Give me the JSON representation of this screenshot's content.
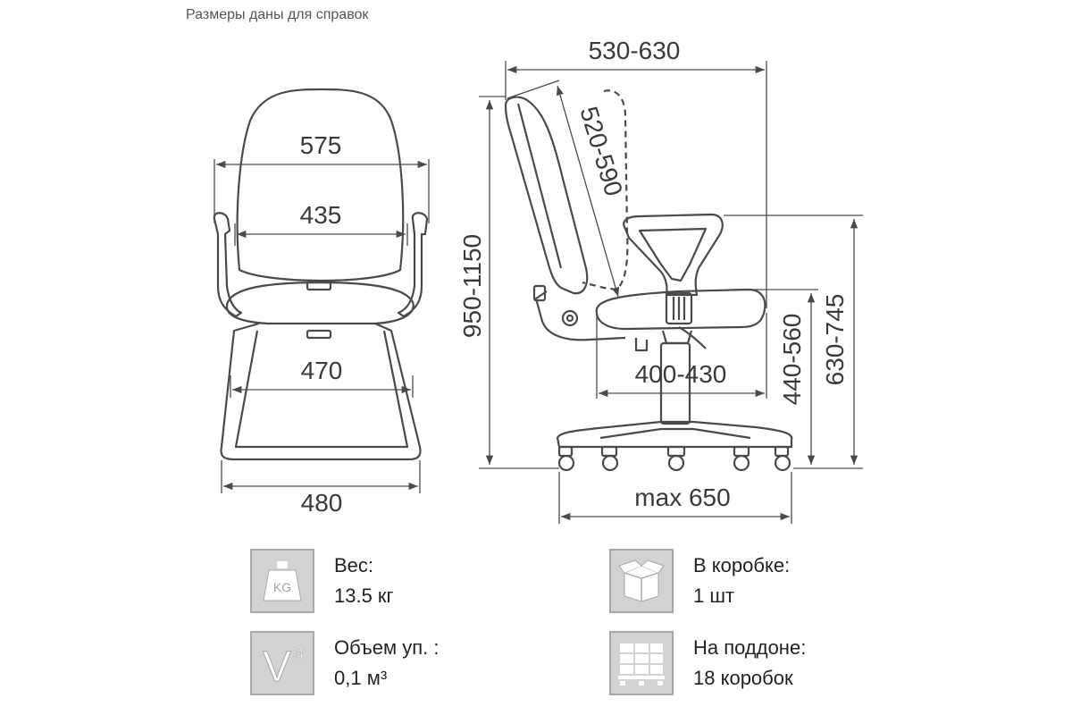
{
  "note": "Размеры даны для справок",
  "dimensions": {
    "front_width_back": "575",
    "front_width_seat": "435",
    "front_width_base_inner": "470",
    "front_width_base": "480",
    "side_depth_total": "530-630",
    "side_backrest_travel": "520-590",
    "side_height_total": "950-1150",
    "side_seat_depth": "400-430",
    "side_seat_height": "440-560",
    "side_armrest_height": "630-745",
    "side_base_diameter": "max 650"
  },
  "specs": {
    "weight": {
      "label": "Вес:",
      "value": "13.5 кг",
      "icon": "weight-kg-icon",
      "icon_text": "KG"
    },
    "box": {
      "label": "В коробке:",
      "value": "1 шт",
      "icon": "box-icon"
    },
    "volume": {
      "label": "Объем уп. :",
      "value": "0,1 м³",
      "icon": "volume-icon",
      "icon_text": "V",
      "icon_sup": "3"
    },
    "pallet": {
      "label": "На поддоне:",
      "value": "18 коробок",
      "icon": "pallet-icon"
    }
  },
  "colors": {
    "line": "#4a4a4a",
    "tile": "#d2d2d2",
    "tile_border": "#a8a8a8",
    "icon": "#ffffff"
  }
}
